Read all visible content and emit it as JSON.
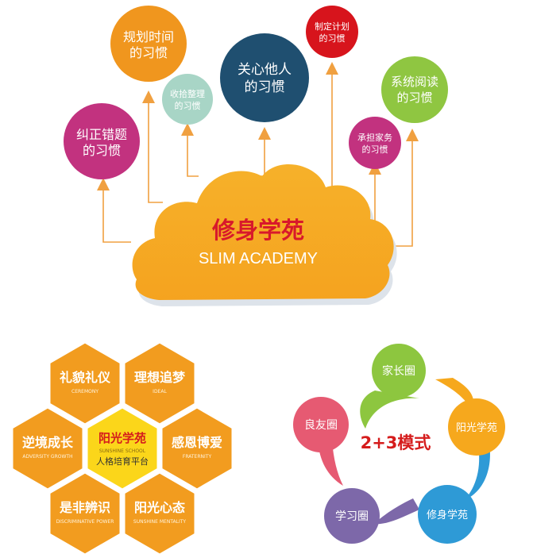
{
  "cloud": {
    "title": "修身学苑",
    "subtitle": "SLIM ACADEMY"
  },
  "habits": [
    {
      "line1": "规划时间",
      "line2": "的习惯",
      "color": "#f0961e"
    },
    {
      "line1": "收拾整理",
      "line2": "的习惯",
      "color": "#a8d5c6"
    },
    {
      "line1": "关心他人",
      "line2": "的习惯",
      "color": "#1f4f70"
    },
    {
      "line1": "制定计划",
      "line2": "的习惯",
      "color": "#d7141c"
    },
    {
      "line1": "系统阅读",
      "line2": "的习惯",
      "color": "#8fc641"
    },
    {
      "line1": "纠正错题",
      "line2": "的习惯",
      "color": "#c2327f"
    },
    {
      "line1": "承担家务",
      "line2": "的习惯",
      "color": "#c2327f"
    }
  ],
  "hexagons": {
    "center": {
      "title": "阳光学苑",
      "en": "SUNSHINE SCHOOL",
      "sub": "人格培育平台"
    },
    "cells": [
      {
        "title": "礼貌礼仪",
        "en": "CEREMONY"
      },
      {
        "title": "理想追梦",
        "en": "IDEAL"
      },
      {
        "title": "逆境成长",
        "en": "ADVERSITY GROWTH"
      },
      {
        "title": "感恩博爱",
        "en": "FRATERNITY"
      },
      {
        "title": "是非辨识",
        "en": "DISCRIMINATIVE POWER"
      },
      {
        "title": "阳光心态",
        "en": "SUNSHINE MENTALITY"
      }
    ],
    "colors": {
      "outer": "#f29c1f",
      "center": "#fbd61a",
      "text_outer": "#ffffff",
      "text_center": "#d51c1c"
    }
  },
  "model": {
    "title": "2+3模式",
    "nodes": [
      {
        "label": "家长圈",
        "color": "#8dc63f"
      },
      {
        "label": "阳光学苑",
        "color": "#f6a81d"
      },
      {
        "label": "修身学苑",
        "color": "#2e9ad6"
      },
      {
        "label": "学习圈",
        "color": "#7d68a9"
      },
      {
        "label": "良友圈",
        "color": "#e65a72"
      }
    ]
  }
}
